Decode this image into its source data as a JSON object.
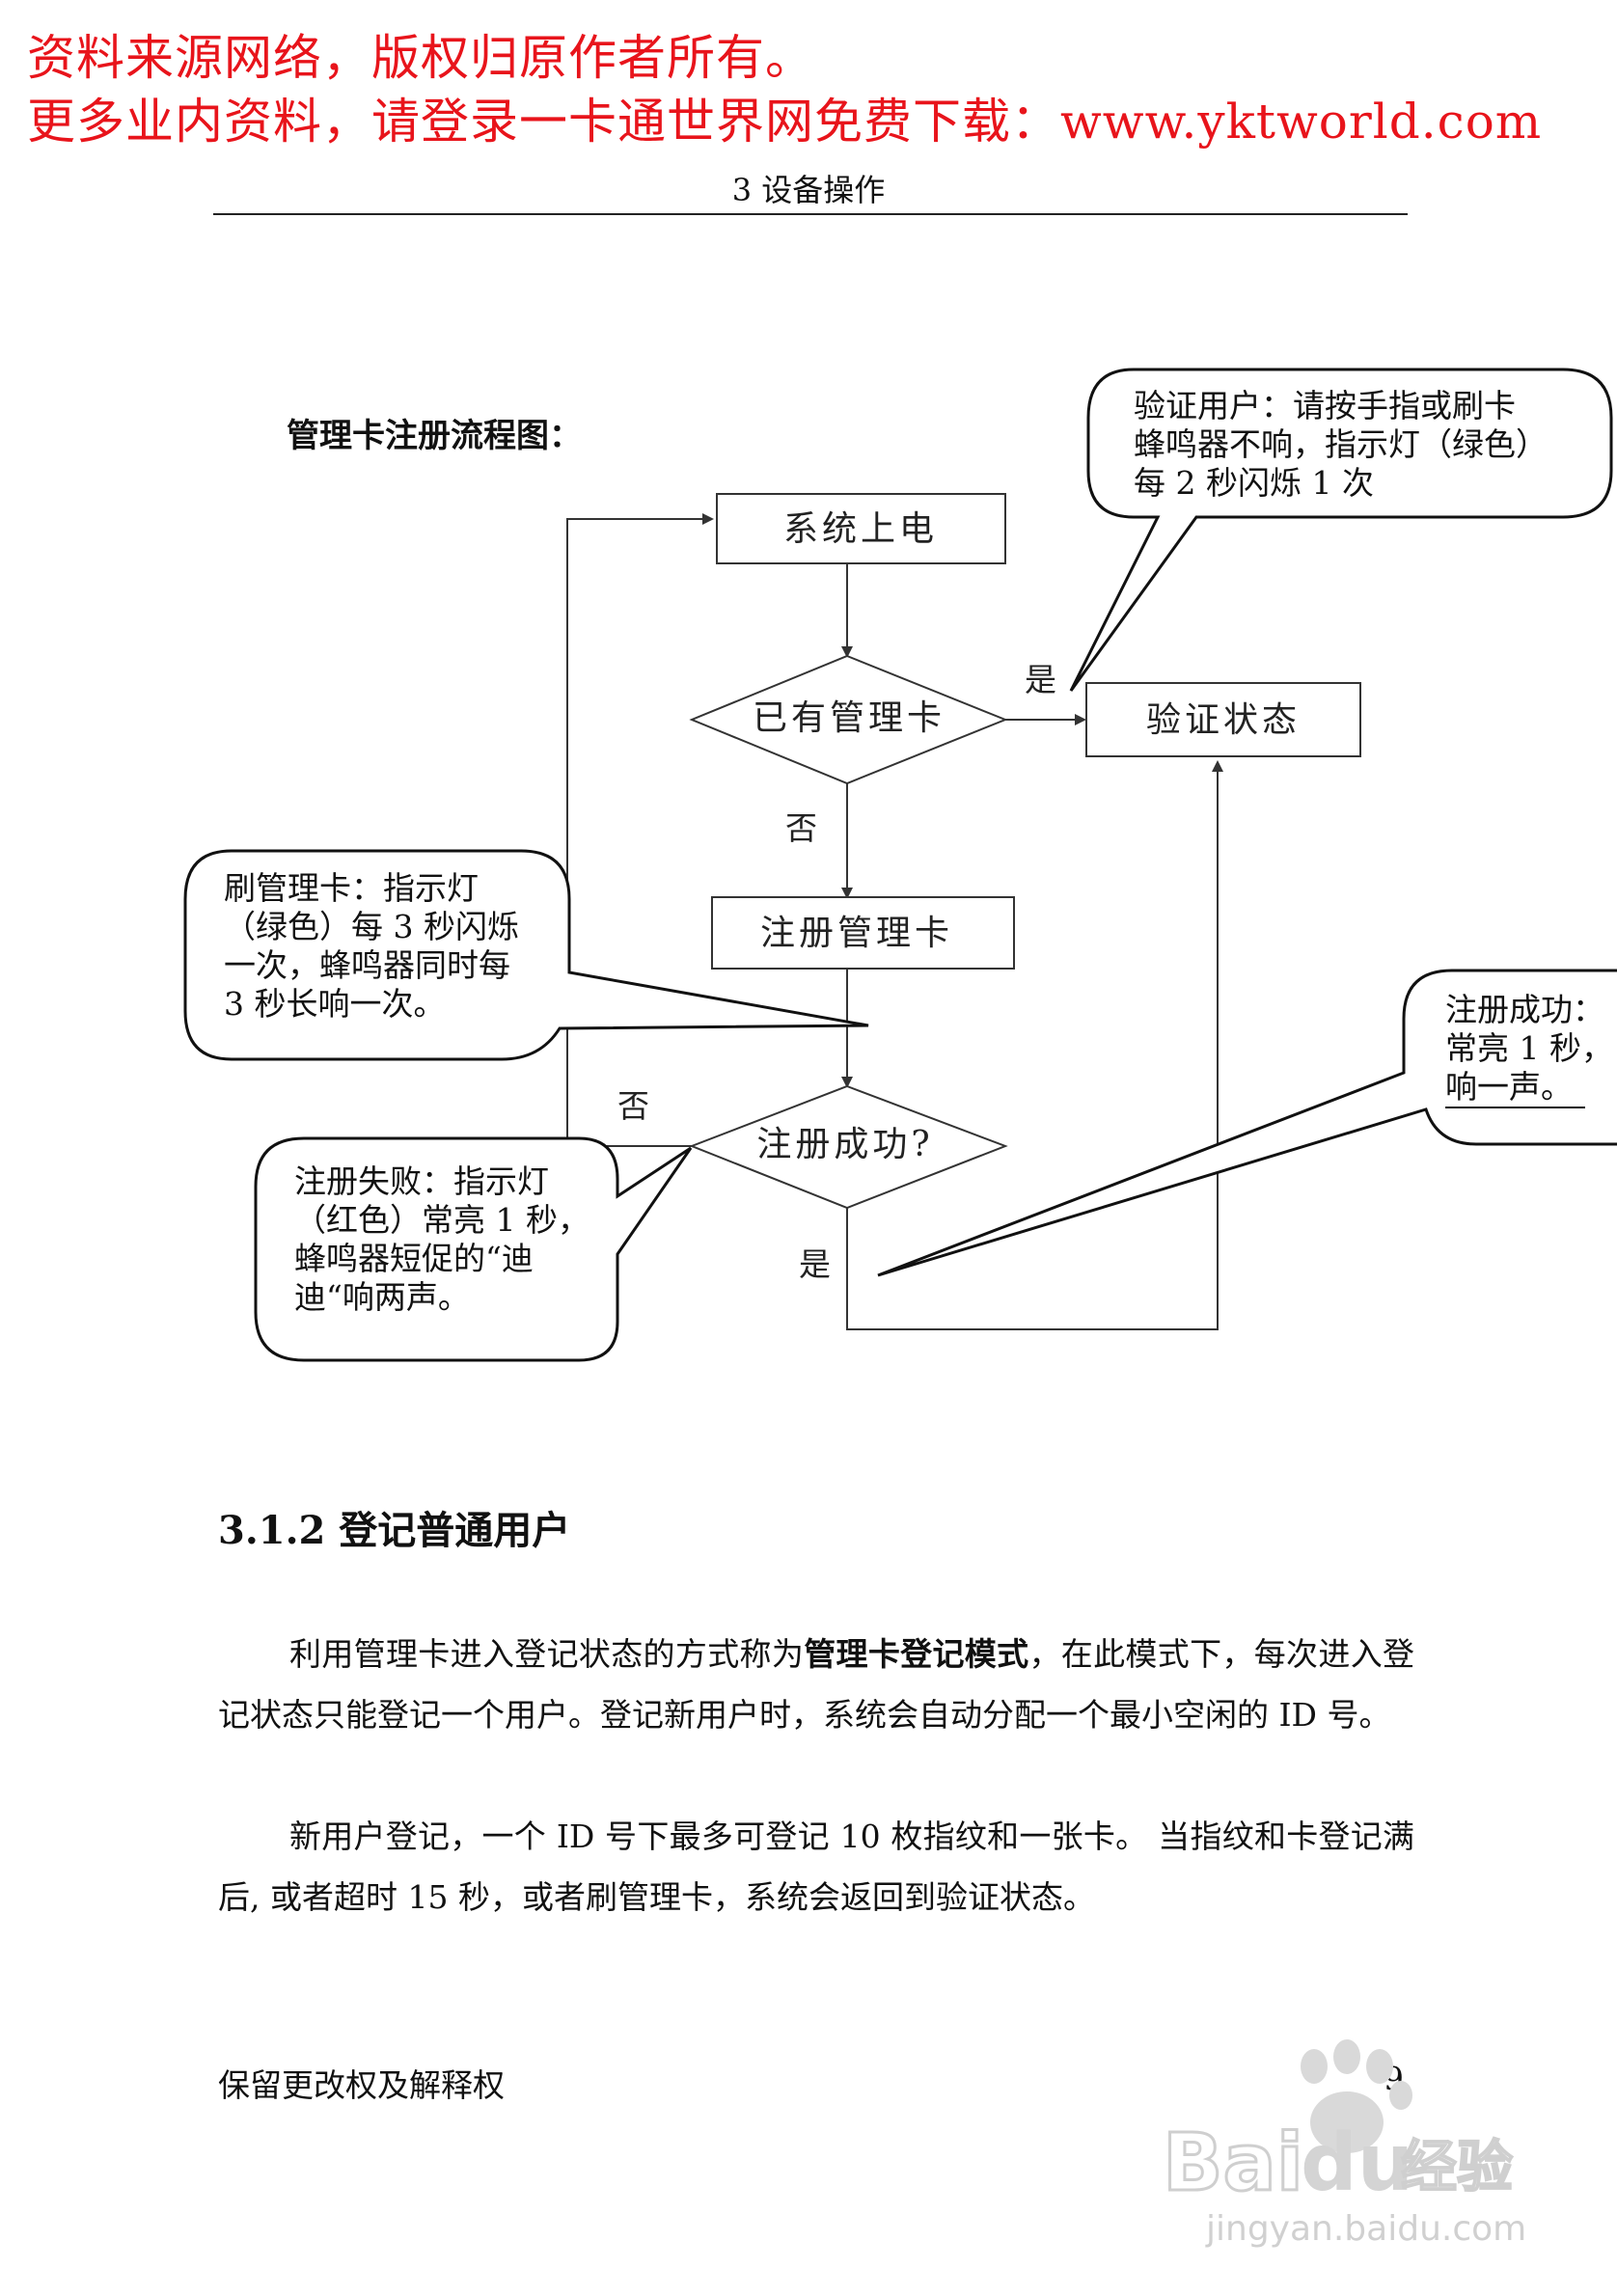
{
  "banner": {
    "line1": "资料来源网络，版权归原作者所有。",
    "line2": "更多业内资料，请登录一卡通世界网免费下载：www.yktworld.com"
  },
  "header": {
    "title": "3 设备操作"
  },
  "flowchart": {
    "title": "管理卡注册流程图：",
    "nodes": {
      "power_on": "系统上电",
      "has_admin": "已有管理卡",
      "verify": "验证状态",
      "register": "注册管理卡",
      "success_q": "注册成功?"
    },
    "edge_labels": {
      "yes_top": "是",
      "no_1": "否",
      "no_2": "否",
      "yes_bottom": "是"
    },
    "callouts": {
      "verify_user": [
        "验证用户：请按手指或刷卡",
        "蜂鸣器不响，指示灯（绿色）",
        "每 2 秒闪烁 1 次"
      ],
      "swipe_admin": [
        "刷管理卡：指示灯",
        "（绿色）每 3 秒闪烁",
        "一次，蜂鸣器同时每",
        "3 秒长响一次。"
      ],
      "reg_success": [
        "注册成功：",
        "常亮 1 秒，",
        "响一声。"
      ],
      "reg_fail": [
        "注册失败：指示灯",
        "（红色）常亮 1 秒，",
        "蜂鸣器短促的“迪",
        "迪“响两声。"
      ]
    }
  },
  "section": {
    "heading": "3.1.2 登记普通用户",
    "para1_pre": "利用管理卡进入登记状态的方式称为",
    "para1_bold": "管理卡登记模式",
    "para1_post": "，在此模式下，每次进入登记状态只能登记一个用户。登记新用户时，系统会自动分配一个最小空闲的 ID 号。",
    "para2": "新用户登记，一个 ID 号下最多可登记 10 枚指纹和一张卡。 当指纹和卡登记满后, 或者超时 15 秒，或者刷管理卡，系统会返回到验证状态。"
  },
  "footer": {
    "left": "保留更改权及解释权",
    "page": "9"
  },
  "watermark": {
    "brand": "Bai",
    "brand_suffix": "经验",
    "url": "jingyan.baidu.com"
  }
}
